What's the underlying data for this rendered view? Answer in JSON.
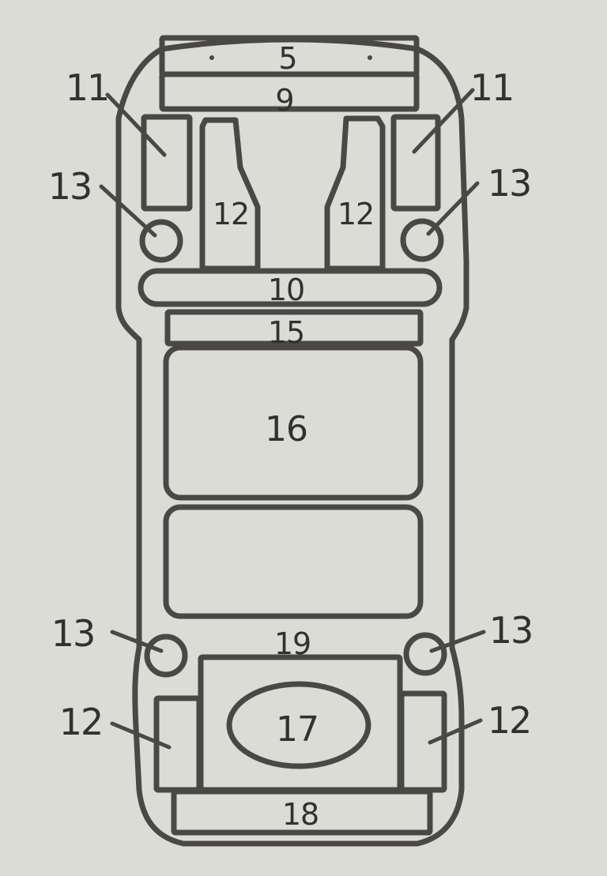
{
  "diagram": {
    "labels": {
      "front_bumper": "5",
      "front_panel": "9",
      "cross_member": "10",
      "front_left_component": "11",
      "front_right_component": "11",
      "front_left_rail": "12",
      "front_right_rail": "12",
      "front_left_wheel": "13",
      "front_right_wheel": "13",
      "firewall": "15",
      "cabin_floor": "16",
      "rear_left_wheel": "13",
      "rear_right_wheel": "13",
      "rear_center": "19",
      "fuel_tank": "17",
      "rear_left_component": "12",
      "rear_right_component": "12",
      "rear_bumper": "18"
    },
    "colors": {
      "background": "#dcdcd6",
      "line": "#4a4846",
      "text": "#333130"
    }
  }
}
